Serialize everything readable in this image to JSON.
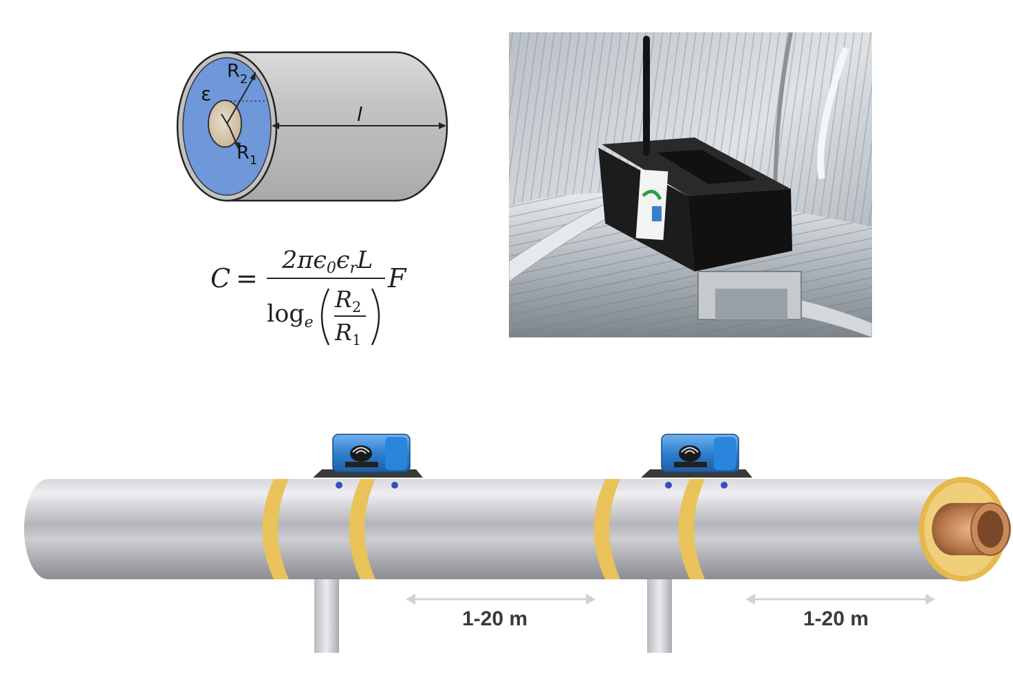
{
  "cylinder_diagram": {
    "label_permittivity": "ε",
    "label_outer_radius": "R",
    "label_outer_radius_sub": "2",
    "label_inner_radius": "R",
    "label_inner_radius_sub": "1",
    "label_length": "l",
    "colors": {
      "dielectric": "#6f98da",
      "core": "#d6c2a8",
      "shell": "#c9c9c9"
    }
  },
  "formula": {
    "lhs": "C",
    "equals": "=",
    "numerator": "2πϵ",
    "numerator_sub1": "0",
    "numerator_mid": "ϵ",
    "numerator_sub2": "r",
    "numerator_end": "L",
    "denominator_func": "log",
    "denominator_func_sub": "e",
    "ratio_num": "R",
    "ratio_num_sub": "2",
    "ratio_den": "R",
    "ratio_den_sub": "1",
    "trailing_factor": "F"
  },
  "photo": {
    "colors": {
      "device": "#1a1a1a",
      "pipe": "#c8ccd0"
    }
  },
  "pipeline_diagram": {
    "spacing_label_left": "1-20 m",
    "spacing_label_right": "1-20 m",
    "colors": {
      "insulation_band": "#e9c35a",
      "sensor_blue": "#2f7fd0",
      "copper": "#b8784a"
    }
  }
}
